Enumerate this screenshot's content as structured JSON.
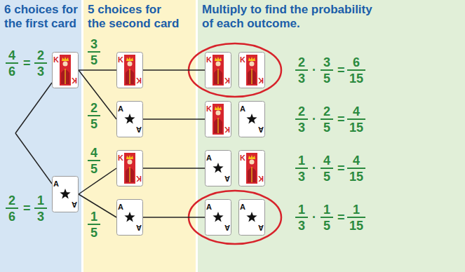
{
  "diagram": {
    "nodes": [
      {
        "text": [
          "6 choices for the first card"
        ]
      },
      {
        "text": [
          "5 choices for the second card"
        ]
      },
      {
        "text": [
          "Multiply to find the probability of each outcome."
        ]
      },
      {
        "text": [
          "K",
          "K"
        ],
        "in": 0
      },
      {
        "text": [
          "A",
          "A"
        ],
        "in": 0
      },
      {
        "text": [
          "K",
          "K"
        ],
        "in": 1
      },
      {
        "text": [
          "A",
          "A"
        ],
        "in": 1
      },
      {
        "text": [
          "K",
          "K"
        ],
        "in": 1
      },
      {
        "text": [
          "A",
          "A"
        ],
        "in": 1
      },
      {
        "text": [
          "K",
          "K"
        ],
        "in": 2
      },
      {
        "text": [
          "K",
          "K"
        ],
        "in": 2
      },
      {
        "text": [
          "K",
          "K"
        ],
        "in": 2
      },
      {
        "text": [
          "A",
          "A"
        ],
        "in": 2
      },
      {
        "text": [
          "A",
          "A"
        ],
        "in": 2
      },
      {
        "text": [
          "K",
          "K"
        ],
        "in": 2
      },
      {
        "text": [
          "A",
          "A"
        ],
        "in": 2
      },
      {
        "text": [
          "A",
          "A"
        ],
        "in": 2
      }
    ],
    "edges": [
      {
        "from": 3,
        "to": 5,
        "arrow": "none"
      },
      {
        "from": 3,
        "to": 6,
        "arrow": "none"
      },
      {
        "from": 4,
        "to": 7,
        "arrow": "none"
      },
      {
        "from": 4,
        "to": 8,
        "arrow": "none"
      },
      {
        "from": 5,
        "to": 9,
        "arrow": "none"
      },
      {
        "from": 6,
        "to": 11,
        "arrow": "none"
      },
      {
        "from": 7,
        "to": 13,
        "arrow": "none"
      },
      {
        "from": 8,
        "to": 15,
        "arrow": "none"
      }
    ],
    "labels": [
      "4",
      "6",
      "=",
      "2",
      "3",
      "2",
      "6",
      "=",
      "1",
      "3",
      "3",
      "5",
      "2",
      "5",
      "4",
      "5",
      "1",
      "5",
      "2",
      "3",
      "·",
      "3",
      "5",
      "=",
      "6",
      "15",
      "2",
      "3",
      "·",
      "2",
      "5",
      "=",
      "4",
      "15",
      "1",
      "3",
      "·",
      "4",
      "5",
      "=",
      "4",
      "15",
      "1",
      "3",
      "·",
      "1",
      "5",
      "=",
      "1",
      "15"
    ]
  }
}
